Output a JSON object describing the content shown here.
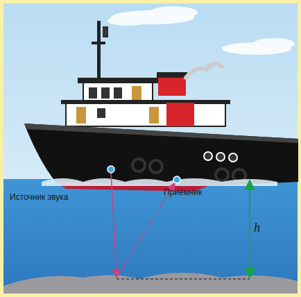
{
  "diagram": {
    "labels": [
      "Источник звука",
      "Приёмник",
      "h"
    ]
  }
}
